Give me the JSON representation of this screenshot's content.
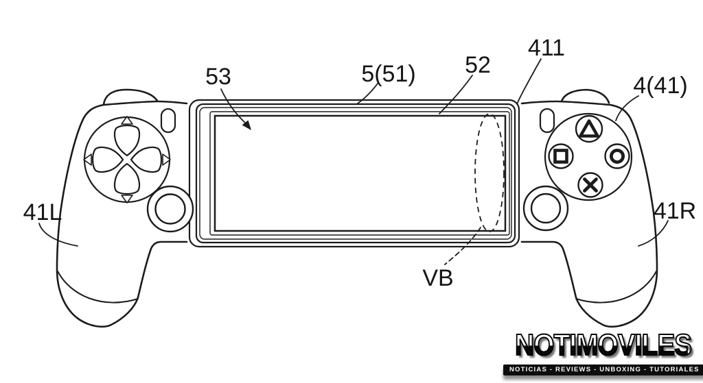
{
  "figure": {
    "labels": {
      "screen": "53",
      "device": "5(51)",
      "frame": "52",
      "holder_edge": "411",
      "right_unit": "4(41)",
      "left_grip": "41L",
      "right_grip": "41R",
      "vibration_body": "VB"
    },
    "icons": {
      "dpad": "dpad-cross",
      "triangle_button": "triangle",
      "square_button": "square",
      "circle_button": "circle",
      "cross_button": "cross",
      "left_stick": "analog-stick",
      "right_stick": "analog-stick"
    },
    "colors": {
      "line": "#1b1b1b",
      "background": "#ffffff"
    }
  },
  "watermark": {
    "brand": "NOTIMOVILES",
    "tagline": "NOTICIAS - REVIEWS - UNBOXING - TUTORIALES",
    "colors": {
      "bar": "#0d0d0d",
      "text": "#ffffff"
    }
  }
}
